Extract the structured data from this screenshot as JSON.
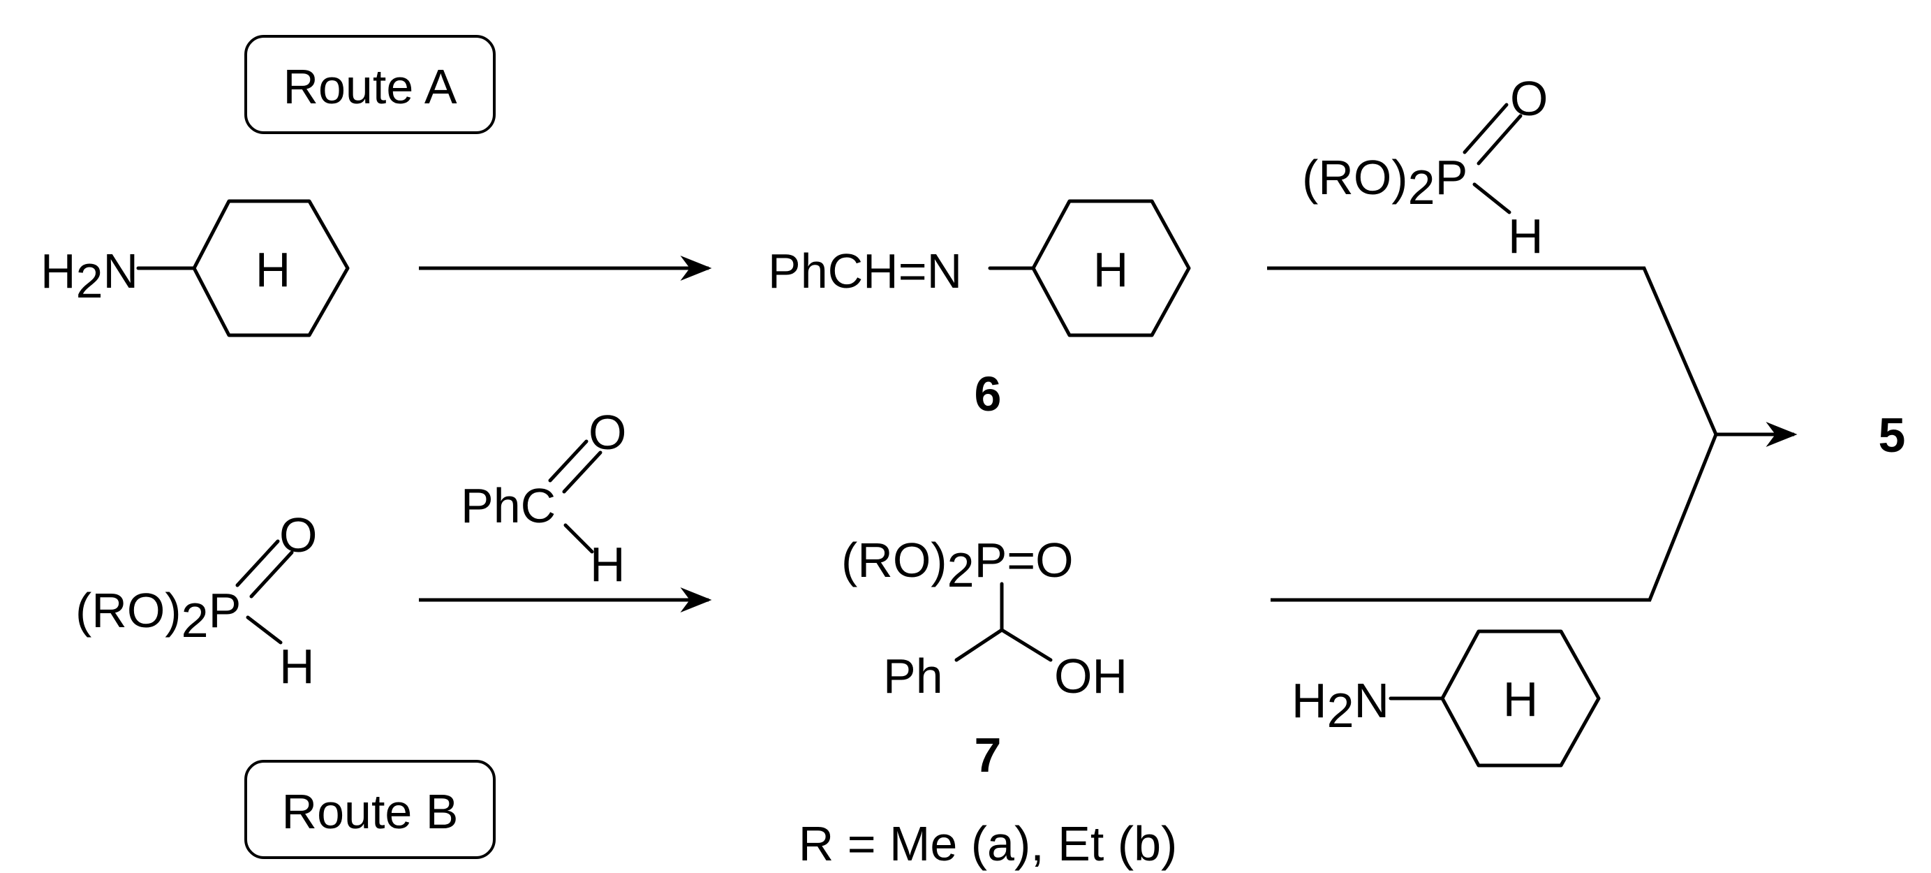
{
  "routes": {
    "a": "Route A",
    "b": "Route B"
  },
  "atoms": {
    "H": "H",
    "H2N": "H",
    "H2N_sub": "2",
    "N": "N",
    "O": "O",
    "P": "P",
    "RO2": "(RO)",
    "RO2_sub": "2",
    "PhCH_N": "PhCH=N",
    "PhC": "PhC",
    "Ph": "Ph",
    "OH": "OH",
    "RO2P_O_prefix": "(RO)",
    "RO2P_O_suffix": "P=O"
  },
  "compounds": {
    "imine": "6",
    "hydroxyphosphonate": "7",
    "product": "5"
  },
  "footnote": {
    "pre": "R = Me (",
    "a": "a",
    "mid": "), Et (",
    "b": "b",
    "post": ")"
  }
}
